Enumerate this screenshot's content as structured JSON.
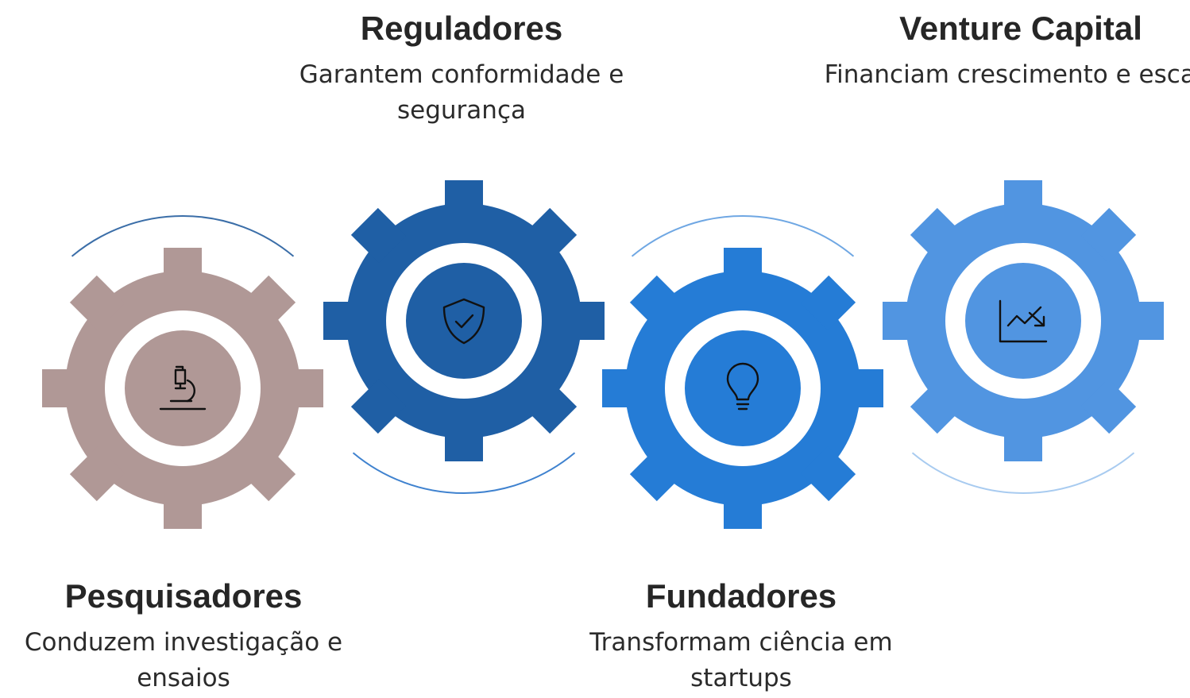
{
  "gears": [
    {
      "id": "pesquisadores",
      "title": "Pesquisadores",
      "description": "Conduzem investigação e ensaios",
      "color": "#b09896",
      "icon": "microscope-icon",
      "label_position": "bottom",
      "arc_position": "top"
    },
    {
      "id": "reguladores",
      "title": "Reguladores",
      "description": "Garantem conformidade e segurança",
      "color": "#1f5fa5",
      "icon": "shield-check-icon",
      "label_position": "top",
      "arc_position": "bottom"
    },
    {
      "id": "fundadores",
      "title": "Fundadores",
      "description": "Transformam ciência em startups",
      "color": "#257cd6",
      "icon": "lightbulb-icon",
      "label_position": "bottom",
      "arc_position": "top"
    },
    {
      "id": "venture",
      "title": "Venture Capital",
      "description": "Financiam crescimento e escala",
      "color": "#5195e1",
      "icon": "chart-trend-down-icon",
      "label_position": "top",
      "arc_position": "bottom"
    }
  ],
  "colors": {
    "ring": "#ffffff",
    "icon_stroke": "#111111",
    "arc_colors": [
      "#3b6ea8",
      "#3f82cf",
      "#6fa7e3",
      "#a8cbf0"
    ]
  }
}
